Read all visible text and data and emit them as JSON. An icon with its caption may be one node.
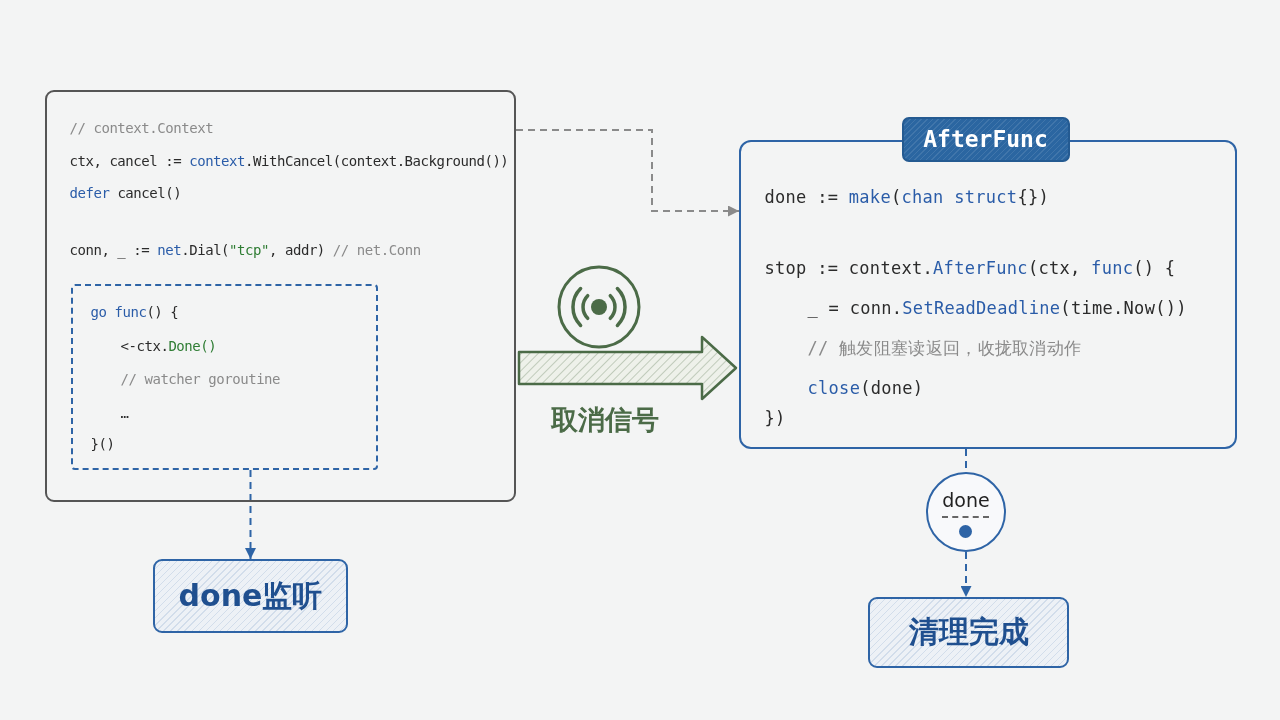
{
  "diagram": {
    "nodes": [
      {
        "text": [
          "// context.Context",
          "ctx, cancel := context.WithCancel(context.Background())",
          "defer cancel()",
          "conn, _ := net.Dial(\"tcp\", addr) // net.Conn"
        ]
      },
      {
        "text": [
          "go func() {",
          "<-ctx.Done()",
          "// watcher goroutine",
          "…",
          "}()"
        ],
        "in": 0
      },
      {
        "text": [
          "AfterFunc",
          "done := make(chan struct{})",
          "stop := context.AfterFunc(ctx, func() {",
          "_ = conn.SetReadDeadline(time.Now())",
          "// 触发阻塞读返回，收拢取消动作",
          "close(done)",
          "})"
        ]
      },
      {
        "text": [
          "done"
        ]
      },
      {
        "text": [
          "done监听"
        ]
      },
      {
        "text": [
          "清理完成"
        ]
      }
    ],
    "edges": [
      {
        "from": 0,
        "to": 2,
        "arrow": "to",
        "style": "dashed",
        "color": "#8a8a8a"
      },
      {
        "from": 0,
        "to": 2,
        "arrow": "to",
        "label": "取消信号",
        "style": "thick",
        "color": "#4b6b47"
      },
      {
        "from": 1,
        "to": 4,
        "arrow": "to",
        "style": "dashed"
      },
      {
        "from": 2,
        "to": 3,
        "arrow": "none",
        "style": "dashed"
      },
      {
        "from": 3,
        "to": 5,
        "arrow": "to",
        "style": "dashed"
      }
    ]
  }
}
